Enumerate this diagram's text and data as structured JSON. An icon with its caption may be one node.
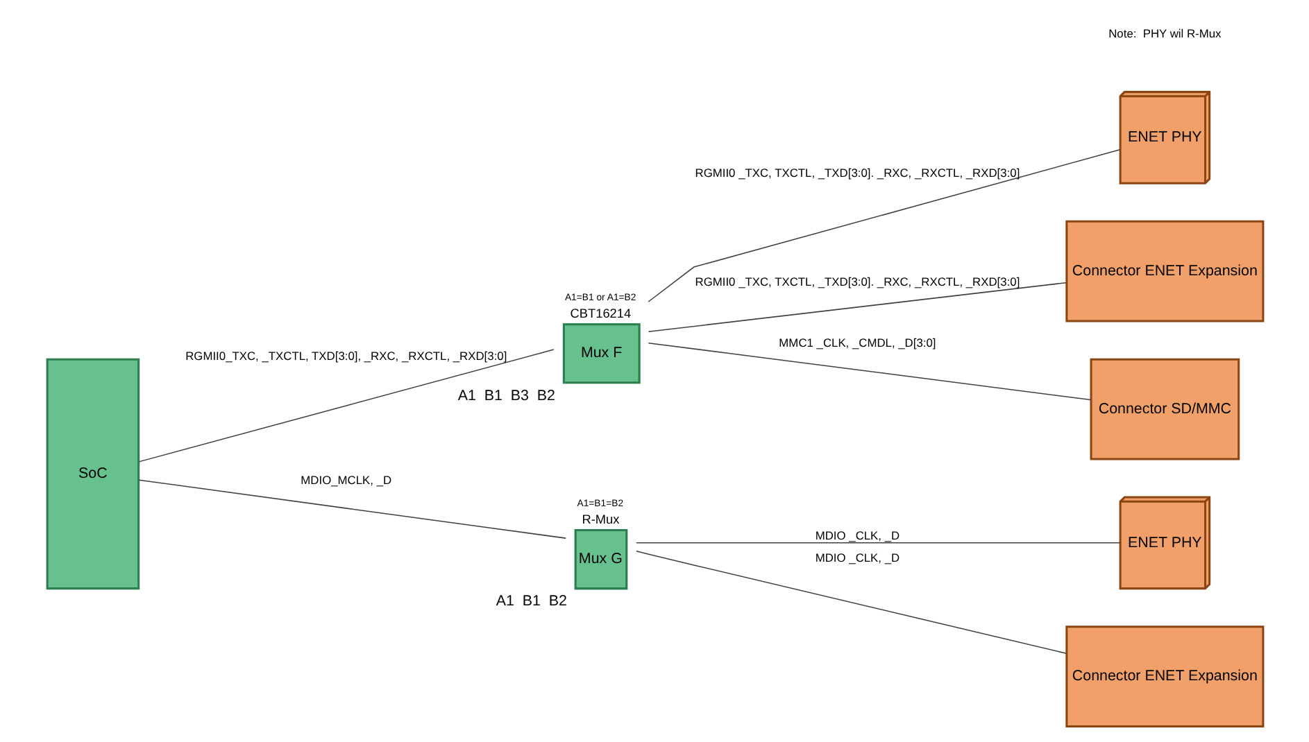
{
  "diagram": {
    "nodes": [
      {
        "text": [
          "SoC"
        ]
      },
      {
        "text": [
          "A1=B1 or A1=B2",
          "CBT16214",
          "Mux F"
        ],
        "beside": [
          "A1",
          "B1",
          "B3",
          "B2"
        ]
      },
      {
        "text": [
          "ENET PHY"
        ]
      },
      {
        "text": [
          "Connector ENET Expansion"
        ]
      },
      {
        "text": [
          "Connector SD/MMC"
        ]
      },
      {
        "text": [
          "A1=B1=B2",
          "R-Mux",
          "Mux G"
        ],
        "beside": [
          "A1",
          "B1",
          "B2"
        ]
      },
      {
        "text": [
          "ENET PHY"
        ]
      },
      {
        "text": [
          "Connector ENET Expansion"
        ]
      }
    ],
    "edges": [
      {
        "from": 0,
        "to": 1,
        "arrow": "none",
        "label": "RGMII0_TXC, _TXCTL, TXD[3:0], _RXC, _RXCTL, _RXD[3:0]"
      },
      {
        "from": 1,
        "to": 2,
        "arrow": "none",
        "label": "RGMII0 _TXC, TXCTL, _TXD[3:0]. _RXC, _RXCTL, _RXD[3:0]"
      },
      {
        "from": 1,
        "to": 3,
        "arrow": "none",
        "label": "RGMII0 _TXC, TXCTL, _TXD[3:0]. _RXC, _RXCTL, _RXD[3:0]"
      },
      {
        "from": 1,
        "to": 4,
        "arrow": "none",
        "label": "MMC1 _CLK, _CMDL, _D[3:0]"
      },
      {
        "from": 0,
        "to": 5,
        "arrow": "none",
        "label": "MDIO_MCLK, _D"
      },
      {
        "from": 5,
        "to": 6,
        "arrow": "none",
        "label": "MDIO _CLK, _D"
      },
      {
        "from": 5,
        "to": 7,
        "arrow": "none",
        "label": "MDIO _CLK, _D"
      }
    ],
    "labels": [
      "Note:  PHY wil R-Mux"
    ]
  }
}
